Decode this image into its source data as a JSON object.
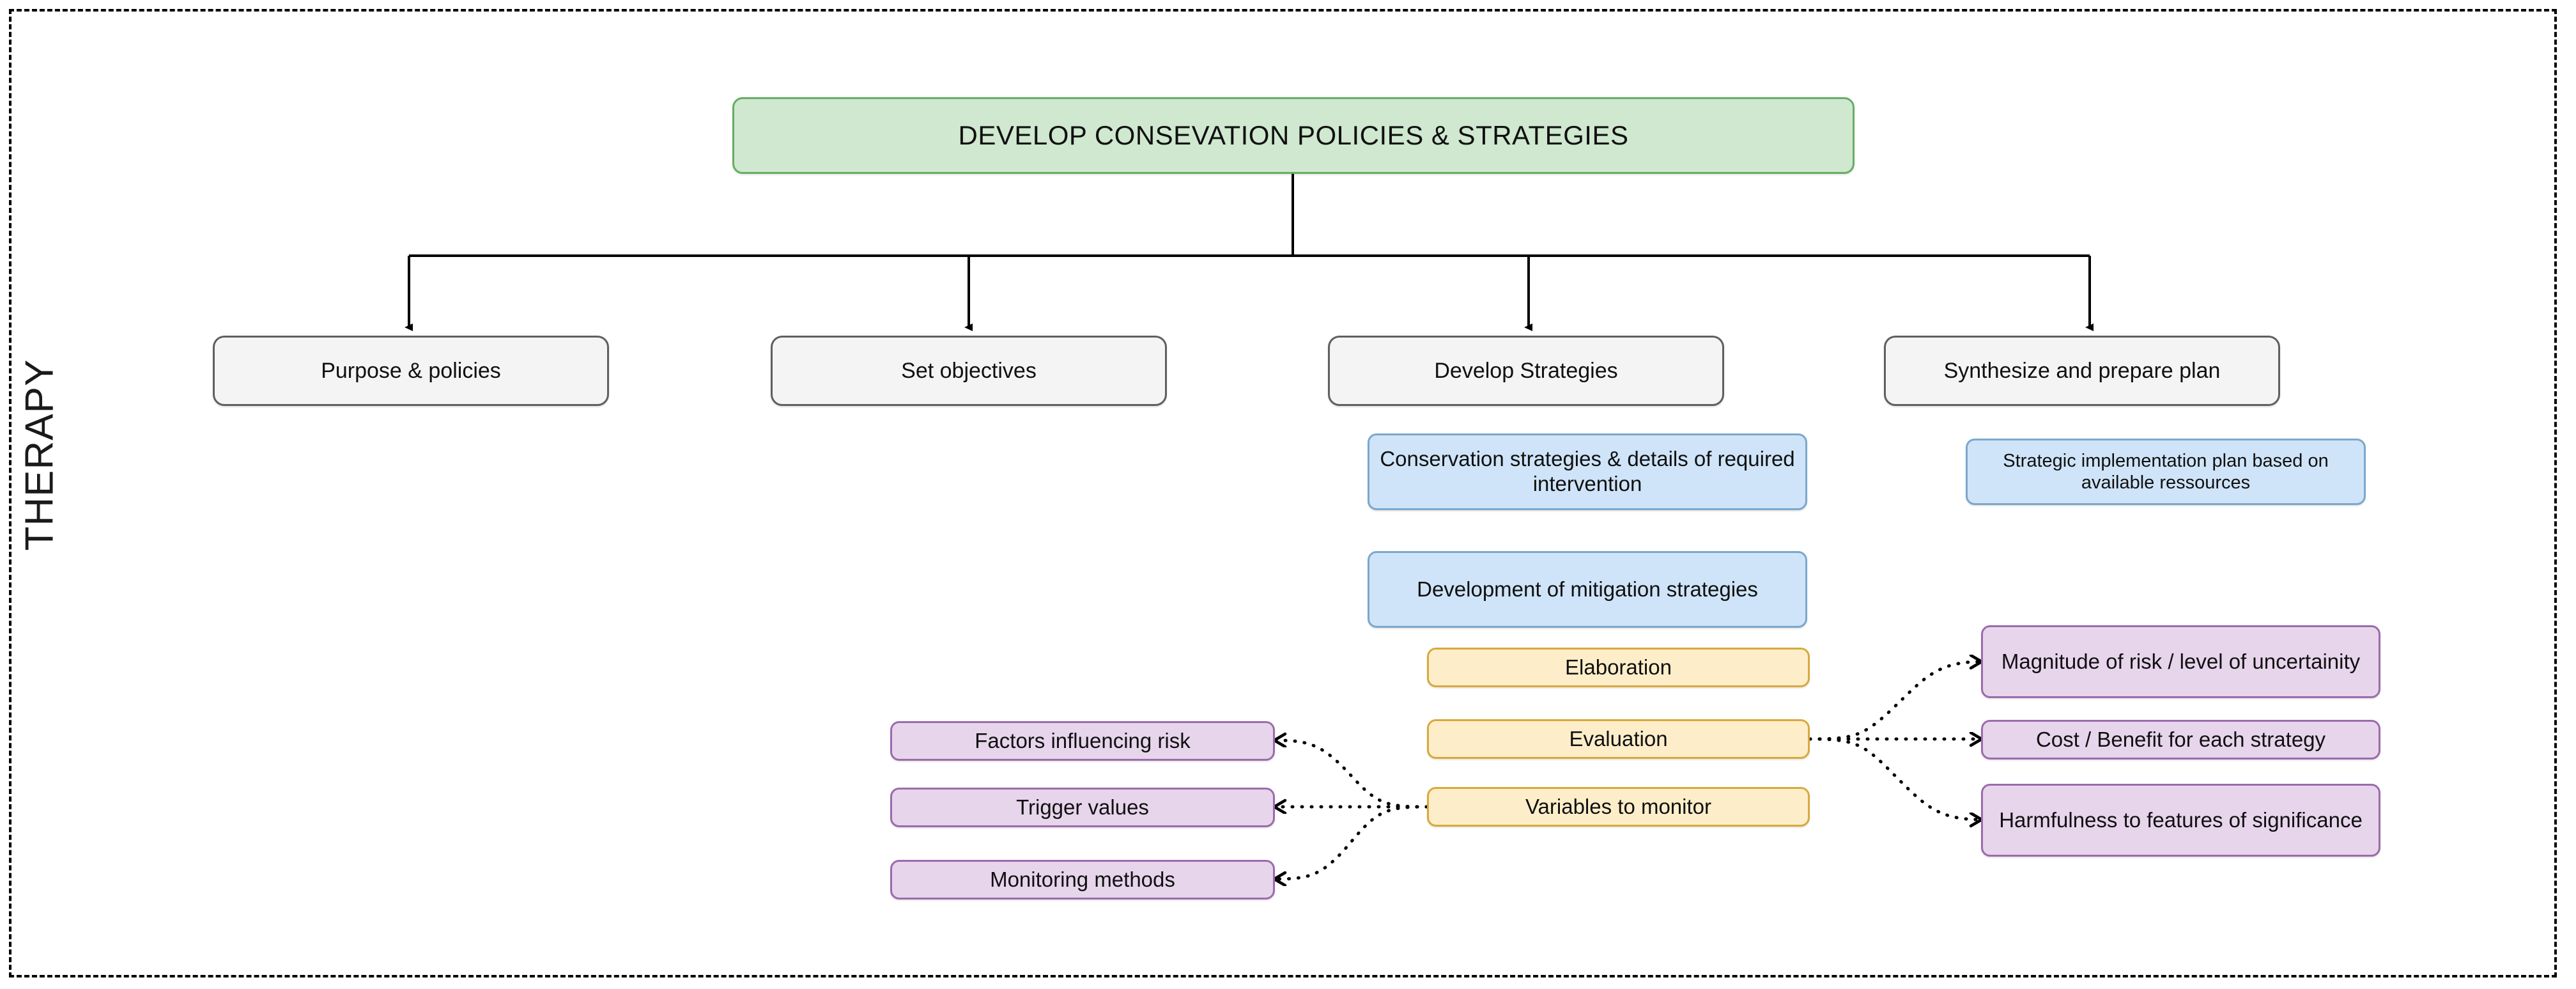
{
  "diagram": {
    "group_label": "THERAPY",
    "root": {
      "label": "DEVELOP CONSEVATION POLICIES & STRATEGIES"
    },
    "level2": [
      {
        "label": "Purpose & policies"
      },
      {
        "label": "Set objectives"
      },
      {
        "label": "Develop Strategies"
      },
      {
        "label": "Synthesize and prepare plan"
      }
    ],
    "strategy_details": [
      {
        "label": "Conservation strategies & details of required intervention"
      },
      {
        "label": "Development of mitigation strategies"
      }
    ],
    "plan_details": [
      {
        "label": "Strategic implementation plan based on available ressources"
      }
    ],
    "process_steps": [
      {
        "label": "Elaboration"
      },
      {
        "label": "Evaluation"
      },
      {
        "label": "Variables to monitor"
      }
    ],
    "evaluation_criteria": [
      {
        "label": "Magnitude of risk / level of uncertainity"
      },
      {
        "label": "Cost / Benefit for each strategy"
      },
      {
        "label": "Harmfulness to features of significance"
      }
    ],
    "monitoring_variables": [
      {
        "label": "Factors influencing risk"
      },
      {
        "label": "Trigger values"
      },
      {
        "label": "Monitoring methods"
      }
    ]
  },
  "colors": {
    "root_fill": "#cfe8cf",
    "root_border": "#66ad66",
    "grey_fill": "#f4f4f4",
    "grey_border": "#5f5f5f",
    "blue_fill": "#cfe4f8",
    "blue_border": "#7ba7cd",
    "yellow_fill": "#fdeec9",
    "yellow_border": "#d8a93c",
    "purple_fill": "#e7d5ec",
    "purple_border": "#9c6bac",
    "frame_border": "#000000",
    "connector": "#000000"
  }
}
